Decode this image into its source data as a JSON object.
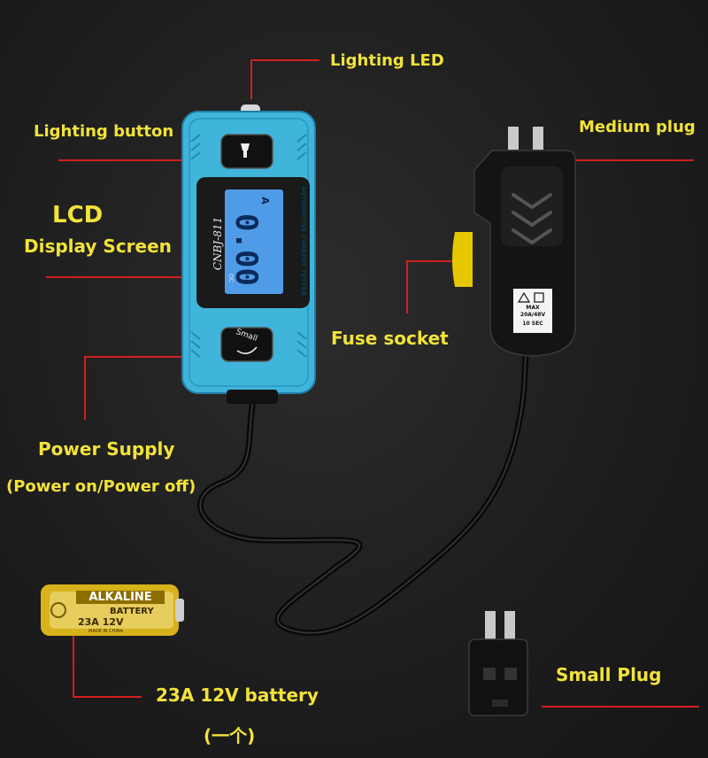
{
  "labels": {
    "lighting_led": "Lighting LED",
    "lighting_button": "Lighting button",
    "lcd": "LCD",
    "display_screen": "Display Screen",
    "fuse_socket": "Fuse socket",
    "medium_plug": "Medium plug",
    "power_supply": "Power Supply",
    "power_on_off": "(Power on/Power off)",
    "small_plug": "Small Plug",
    "battery": "23A 12V battery",
    "quantity": "(一个)"
  },
  "device": {
    "model": "CNBJ-811",
    "side_text": "AUTOMOTIVE CURRENT TESTER",
    "display_value": "0.00",
    "unit": "A",
    "dc": "DC",
    "button_label": "Small",
    "body_color": "#3fb5dc",
    "lcd_color": "#4f9be8"
  },
  "adapter_warning": {
    "max": "MAX",
    "rating": "20A/48V",
    "time": "10 SEC"
  },
  "battery_print": {
    "brand": "ALKALINE",
    "type": "BATTERY",
    "model": "23A 12V",
    "origin": "MADE IN CHINA"
  }
}
